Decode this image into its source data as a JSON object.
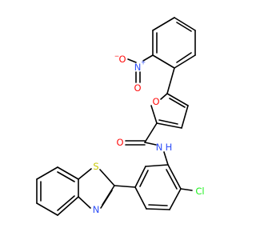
{
  "colors": {
    "bond": "#000000",
    "oxygen": "#ff0d0d",
    "nitrogen": "#3050f8",
    "sulfur": "#c8c800",
    "chlorine": "#1ff01f",
    "carbon": "#000000"
  },
  "atoms": {
    "nitro_o_minus": "O",
    "nitro_o_minus_charge": "−",
    "nitro_n": "N",
    "nitro_n_charge": "+",
    "nitro_o_double": "O",
    "furan_o": "O",
    "carbonyl_o": "O",
    "amide_n": "N",
    "amide_h": "H",
    "thiazole_s": "S",
    "thiazole_n": "N",
    "chloro": "Cl"
  }
}
